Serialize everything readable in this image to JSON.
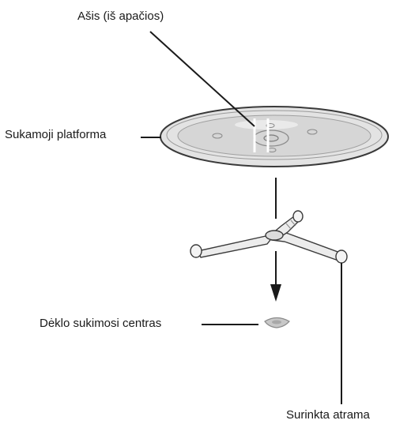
{
  "labels": {
    "axis": "Ašis (iš apačios)",
    "platform": "Sukamoji platforma",
    "tray_center": "Dėklo sukimosi centras",
    "assembled_support": "Surinkta atrama"
  }
}
